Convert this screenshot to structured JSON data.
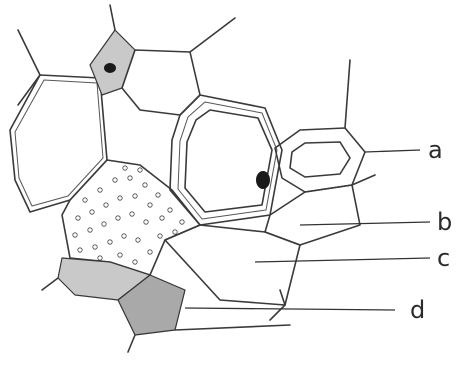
{
  "diagram": {
    "labels": {
      "a": "a",
      "b": "b",
      "c": "c",
      "d": "d"
    },
    "colors": {
      "ink": "#2b2b2b",
      "shading": "#c9c9c9",
      "background": "#ffffff"
    }
  }
}
